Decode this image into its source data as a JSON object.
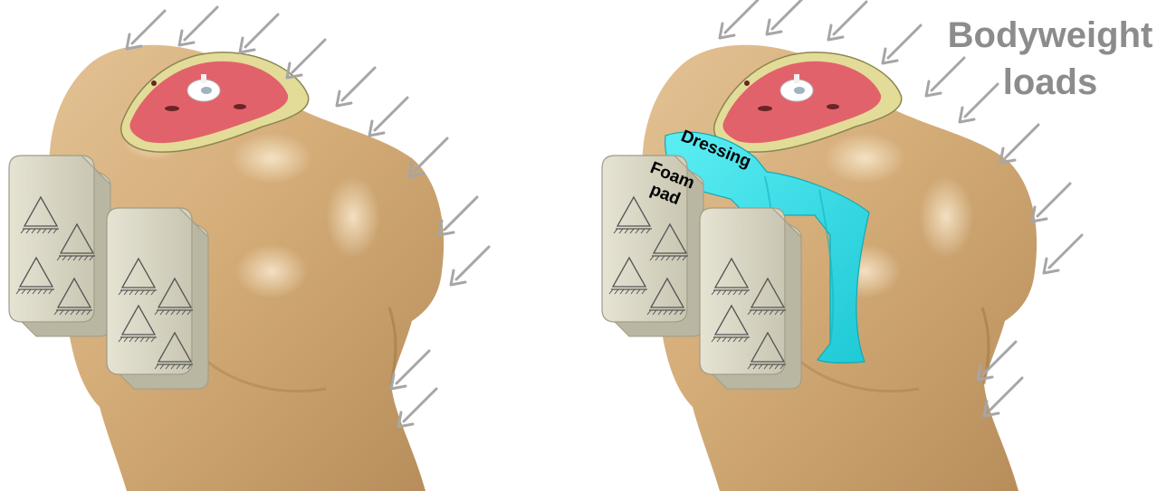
{
  "labels": {
    "load_line1": "Bodyweight",
    "load_line2": "loads",
    "dressing": "Dressing",
    "foam_line1": "Foam",
    "foam_line2": "pad"
  },
  "colors": {
    "skin": "#d8b584",
    "skin_shadow": "#b08a57",
    "muscle": "#e2626b",
    "fat": "#e2dc98",
    "pad": "#dcd9c8",
    "pad_edge": "#9f9c86",
    "dressing": "#3cdfe8",
    "arrow": "#a6a6a6",
    "label_gray": "#8c8c8c"
  },
  "icons": {
    "support_symbol": "pinned-support-triangle-icon",
    "load_arrow": "load-arrow-icon"
  }
}
